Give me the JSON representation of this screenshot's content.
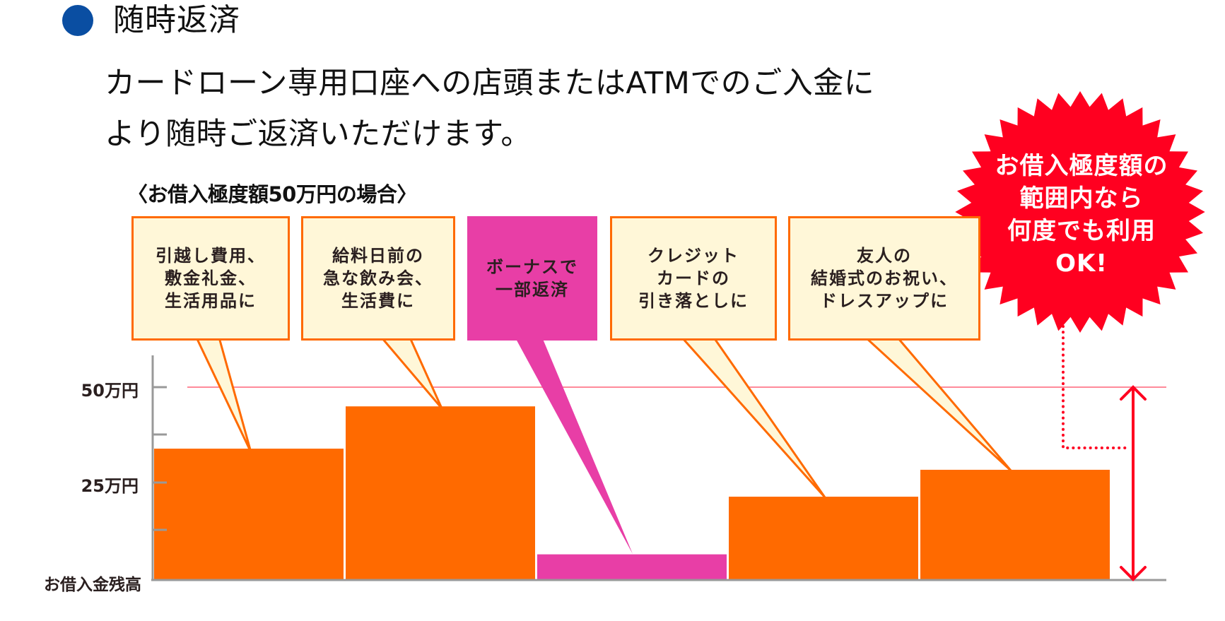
{
  "heading": {
    "title": "随時返済",
    "bullet_color": "#0a4ea2"
  },
  "description": {
    "line1": "カードローン専用口座への店頭またはATMでのご入金に",
    "line2": "より随時ご返済いただけます。"
  },
  "colors": {
    "bar_orange": "#ff6a00",
    "bar_pink": "#e83ea6",
    "bubble_fill": "#fff7d8",
    "bubble_border": "#ff6a00",
    "limit_line": "#ff8a9a",
    "burst_red": "#ff0020",
    "axis_gray": "#999999"
  },
  "chart_data": {
    "type": "bar",
    "title": "〈お借入極度額50万円の場合〉",
    "xlabel": "",
    "ylabel": "お借入金残高",
    "ylim": [
      0,
      50
    ],
    "yunit": "万円",
    "ytick_labels": [
      "25万円",
      "50万円"
    ],
    "yticks": [
      0,
      12.5,
      25,
      37.5,
      50
    ],
    "limit_line": {
      "value": 50,
      "label": "50万円"
    },
    "categories": [
      "引越し費用、敷金礼金、生活用品に",
      "給料日前の急な飲み会、生活費に",
      "ボーナスで一部返済",
      "クレジットカードの引き落としに",
      "友人の結婚式のお祝い、ドレスアップに"
    ],
    "values": [
      34,
      45,
      6.5,
      21.5,
      28.5
    ],
    "bar_types": [
      "borrow",
      "borrow",
      "repay",
      "borrow",
      "borrow"
    ],
    "annotation": "お借入極度額の範囲内なら何度でも利用OK!",
    "grid": false,
    "legend": "none"
  },
  "bubbles": [
    {
      "text": "引越し費用、\n敷金礼金、\n生活用品に"
    },
    {
      "text": "給料日前の\n急な飲み会、\n生活費に"
    },
    {
      "text": "ボーナスで\n一部返済"
    },
    {
      "text": "クレジット\nカードの\n引き落としに"
    },
    {
      "text": "友人の\n結婚式のお祝い、\nドレスアップに"
    }
  ],
  "axis": {
    "label_50": "50万円",
    "label_25": "25万円",
    "label_base": "お借入金残高"
  },
  "burst": {
    "text": "お借入極度額の\n範囲内なら\n何度でも利用\nOK!"
  }
}
